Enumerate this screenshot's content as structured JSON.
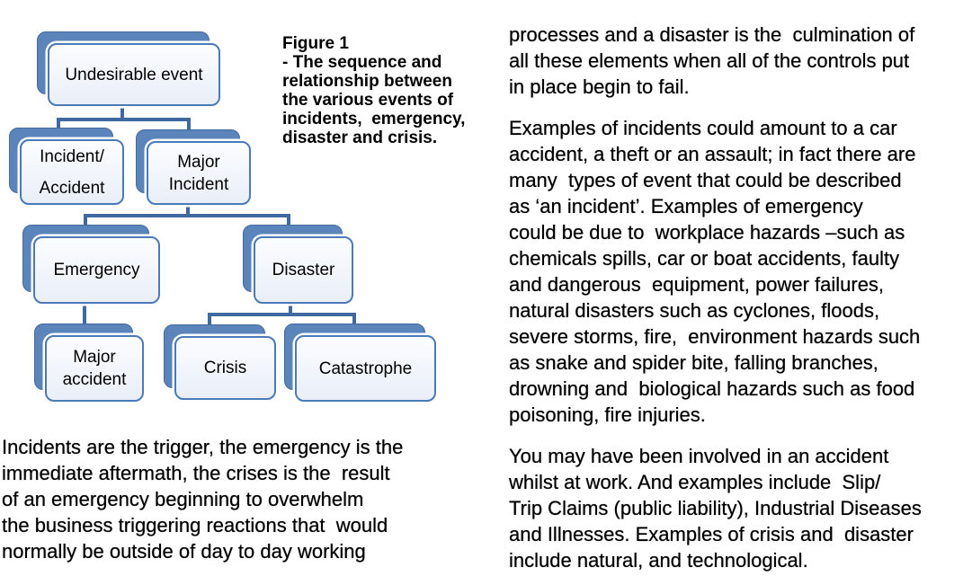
{
  "figure": {
    "caption_lines": [
      "Figure 1",
      "- The sequence and",
      "relationship between",
      "the various events of",
      "incidents,  emergency,",
      "disaster and crisis."
    ],
    "nodes": {
      "undesirable": {
        "label": "Undesirable event"
      },
      "incident_accident": {
        "label": [
          "Incident/",
          "Accident"
        ]
      },
      "major_incident": {
        "label": [
          "Major",
          "Incident"
        ]
      },
      "emergency": {
        "label": "Emergency"
      },
      "disaster": {
        "label": "Disaster"
      },
      "major_accident": {
        "label": [
          "Major",
          "accident"
        ]
      },
      "crisis": {
        "label": "Crisis"
      },
      "catastrophe": {
        "label": "Catastrophe"
      }
    },
    "colors": {
      "node_fill_top": "#fbfdff",
      "node_fill_bottom": "#e9eef8",
      "node_border": "#4a7ab8",
      "node_back": "#5b84bb",
      "node_back_border": "#44699d",
      "connector": "#40699f"
    }
  },
  "left_column": {
    "paragraph_lines": [
      "Incidents are the trigger, the emergency is the",
      "immediate aftermath, the crises is the  result",
      "of an emergency beginning to overwhelm",
      "the business triggering reactions that  would",
      "normally be outside of day to day working"
    ]
  },
  "right_column": {
    "paragraphs": [
      {
        "lines": [
          "processes and a disaster is the  culmination of",
          "all these elements when all of the controls put",
          "in place begin to fail."
        ]
      },
      {
        "lines": [
          "Examples of incidents could amount to a car",
          "accident, a theft or an assault; in fact there are",
          "many  types of event that could be described",
          "as ‘an incident’. Examples of emergency",
          "could be due to  workplace hazards –such as",
          "chemicals spills, car or boat accidents, faulty",
          "and dangerous  equipment, power failures,",
          "natural disasters such as cyclones, floods,",
          "severe storms, fire,  environment hazards such",
          "as snake and spider bite, falling branches,",
          "drowning and  biological hazards such as food",
          "poisoning, fire injuries."
        ]
      },
      {
        "lines": [
          "You may have been involved in an accident",
          "whilst at work. And examples include  Slip/",
          "Trip Claims (public liability), Industrial Diseases",
          "and Illnesses. Examples of crisis and  disaster",
          "include natural, and technological."
        ]
      }
    ]
  }
}
